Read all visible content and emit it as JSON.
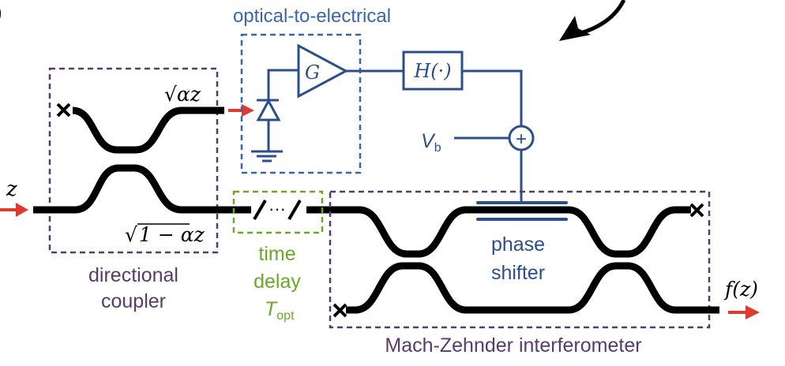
{
  "panel_label": ")",
  "colors": {
    "waveguide": "#000000",
    "electrical": "#2c4f8c",
    "coupler_box": "#5a3a6a",
    "delay": "#6aa82a",
    "arrow": "#e0392e"
  },
  "labels": {
    "optical_to_electrical": "optical-to-electrical",
    "gain": "G",
    "filter": "H(·)",
    "bias_main": "V",
    "bias_sub": "b",
    "input": "z",
    "tap_output": "√αz",
    "through_output_sqrt": "√",
    "through_output_rest": "1 − αz",
    "directional_coupler_1": "directional",
    "directional_coupler_2": "coupler",
    "time_delay_1": "time",
    "time_delay_2": "delay",
    "time_delay_T": "T",
    "time_delay_sub": "opt",
    "delay_dots": "···",
    "phase_shifter_1": "phase",
    "phase_shifter_2": "shifter",
    "mzi": "Mach-Zehnder interferometer",
    "output": "f(z)",
    "plus": "+"
  }
}
